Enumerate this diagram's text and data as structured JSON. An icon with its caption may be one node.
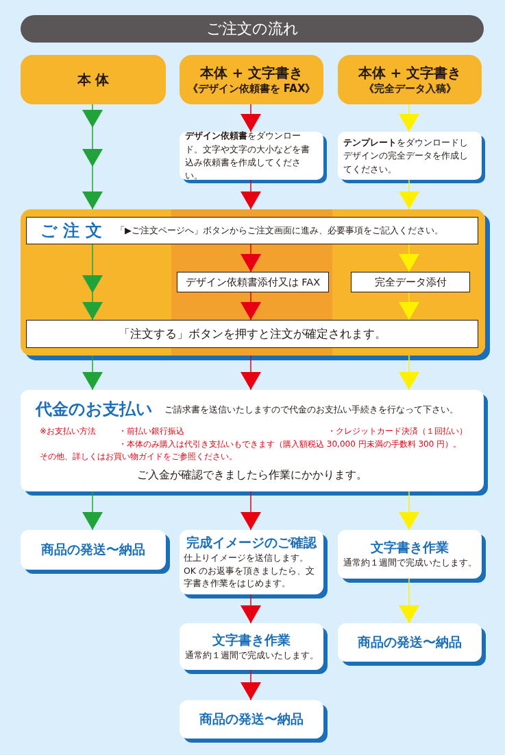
{
  "diagram": {
    "title": "ご注文の流れ",
    "nodes": [
      {
        "text": [
          "本 体"
        ]
      },
      {
        "text": [
          "本体 + 文字書き",
          "《デザイン依頼書を FAX》"
        ]
      },
      {
        "text": [
          "本体 + 文字書き",
          "《完全データ入稿》"
        ]
      },
      {
        "text": [
          "**デザイン依頼書**をダウンロード。文字や文字の大小などを書込み依頼書を作成してください。"
        ]
      },
      {
        "text": [
          "**テンプレート**をダウンロードしデザインの完全データを作成してください。"
        ]
      },
      {
        "text": [],
        "shape": "box"
      },
      {
        "text": [
          "ご 注 文",
          "「▶ご注文ページへ」ボタンからご注文画面に進み、必要事項をご記入ください。"
        ],
        "in": 5
      },
      {
        "text": [
          "デザイン依頼書添付又は FAX"
        ],
        "in": 5
      },
      {
        "text": [
          "完全データ添付"
        ],
        "in": 5
      },
      {
        "text": [
          "「注文する」ボタンを押すと注文が確定されます。"
        ],
        "in": 5
      },
      {
        "text": [
          "代金のお支払い",
          "ご請求書を送信いたしますので代金のお支払い手続きを行なって下さい。",
          "※お支払い方法",
          "・前払い銀行振込",
          "・クレジットカード決済（１回払い）",
          "・本体のみ購入は代引き支払いもできます（購入額税込 30,000 円未満の手数料 300 円）。",
          "その他、詳しくはお買い物ガイドをご参照ください。",
          "ご入金が確認できましたら作業にかかります。"
        ]
      },
      {
        "text": [
          "商品の発送〜納品"
        ]
      },
      {
        "text": [
          "完成イメージのご確認",
          "仕上りイメージを送信します。OK のお返事を頂きましたら、文字書き作業をはじめます。"
        ]
      },
      {
        "text": [
          "文字書き作業",
          "通常約１週間で完成いたします。"
        ]
      },
      {
        "text": [
          "文字書き作業",
          "通常約１週間で完成いたします。"
        ]
      },
      {
        "text": [
          "商品の発送〜納品"
        ]
      },
      {
        "text": [
          "商品の発送〜納品"
        ]
      }
    ],
    "edges": [
      {
        "from": 0,
        "to": 5,
        "arrow": "to",
        "color": "#22a33a"
      },
      {
        "from": 1,
        "to": 3,
        "arrow": "to",
        "color": "#e60012"
      },
      {
        "from": 2,
        "to": 4,
        "arrow": "to",
        "color": "#fff000"
      },
      {
        "from": 3,
        "to": 5,
        "arrow": "to",
        "color": "#e60012"
      },
      {
        "from": 4,
        "to": 5,
        "arrow": "to",
        "color": "#fff000"
      },
      {
        "from": 6,
        "to": 9,
        "arrow": "to",
        "color": "#22a33a"
      },
      {
        "from": 6,
        "to": 7,
        "arrow": "to",
        "color": "#e60012"
      },
      {
        "from": 6,
        "to": 8,
        "arrow": "to",
        "color": "#fff000"
      },
      {
        "from": 7,
        "to": 9,
        "arrow": "to",
        "color": "#e60012"
      },
      {
        "from": 8,
        "to": 9,
        "arrow": "to",
        "color": "#fff000"
      },
      {
        "from": 5,
        "to": 10,
        "arrow": "to",
        "color": "#22a33a"
      },
      {
        "from": 5,
        "to": 10,
        "arrow": "to",
        "color": "#e60012"
      },
      {
        "from": 5,
        "to": 10,
        "arrow": "to",
        "color": "#fff000"
      },
      {
        "from": 10,
        "to": 11,
        "arrow": "to",
        "color": "#22a33a"
      },
      {
        "from": 10,
        "to": 12,
        "arrow": "to",
        "color": "#e60012"
      },
      {
        "from": 10,
        "to": 13,
        "arrow": "to",
        "color": "#fff000"
      },
      {
        "from": 12,
        "to": 14,
        "arrow": "to",
        "color": "#e60012"
      },
      {
        "from": 13,
        "to": 15,
        "arrow": "to",
        "color": "#fff000"
      },
      {
        "from": 14,
        "to": 16,
        "arrow": "to",
        "color": "#e60012"
      }
    ]
  }
}
